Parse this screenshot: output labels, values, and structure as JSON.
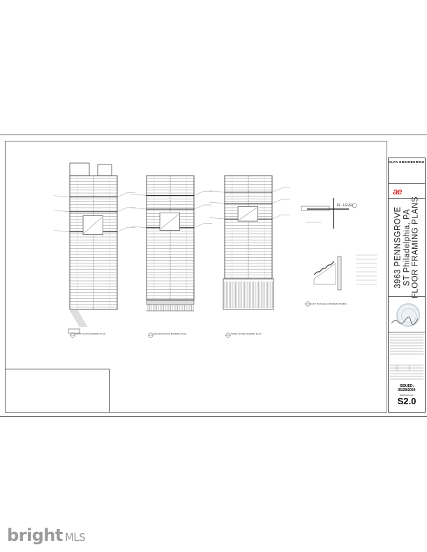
{
  "titleblock": {
    "firm_name": "ALFA ENGINEERING",
    "address_line1": "",
    "address_line2": "",
    "project_line1": "3963 PENNSGROVE",
    "project_line2": "ST Philadelphia, PA",
    "project_line3": "FLOOR FRAMING PLANS",
    "issued_label": "ISSUED:",
    "issued_date": "05/28/2024",
    "drawing_no_label": "DRAWING NO:",
    "drawing_no": "S2.0"
  },
  "drawing": {
    "level_note": "FL. LEVEL",
    "plans": [
      {
        "caption": "FIRST FLOOR FRAMING PLAN"
      },
      {
        "caption": "SECOND FLOOR FRAMING PLAN"
      },
      {
        "caption": "THIRD FLOOR FRAMING PLAN"
      }
    ],
    "detail_captions": [
      "CAST IN PLACE CONCRETE STAIRS"
    ]
  },
  "watermark": {
    "brand": "bright",
    "suffix": "MLS"
  },
  "colors": {
    "logo_accent": "#d83a3a",
    "line": "#333333",
    "seal": "#c7d3de"
  }
}
